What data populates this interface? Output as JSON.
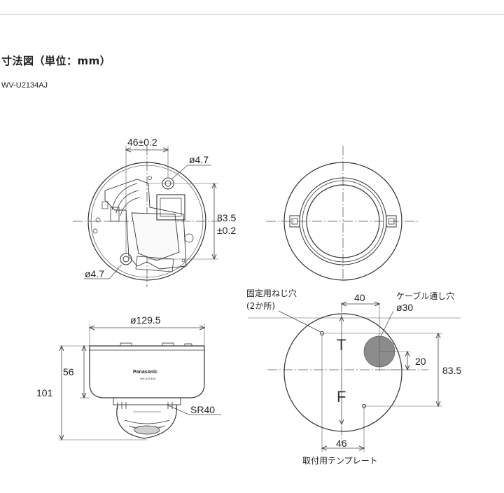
{
  "header": {
    "title": "寸法図（単位：mm）",
    "model": "WV-U2134AJ"
  },
  "top_view": {
    "width_dim": "46±0.2",
    "hole_top": "ø4.7",
    "hole_bottom": "ø4.7",
    "height_dim_line1": "83.5",
    "height_dim_line2": "±0.2"
  },
  "side_view": {
    "diameter": "ø129.5",
    "body_height": "56",
    "total_height": "101",
    "dome_radius": "SR40",
    "brand": "Panasonic",
    "brand_model": "WV-U2134A"
  },
  "template": {
    "screw_hole_label_line1": "固定用ねじ穴",
    "screw_hole_label_line2": "(2か所)",
    "cable_hole_label_line1": "ケーブル通し穴",
    "cable_hole_label_line2": "ø30",
    "offset_x": "40",
    "offset_y": "20",
    "height": "83.5",
    "width": "46",
    "letter_top": "T",
    "letter_bottom": "F",
    "caption": "取付用テンプレート"
  }
}
